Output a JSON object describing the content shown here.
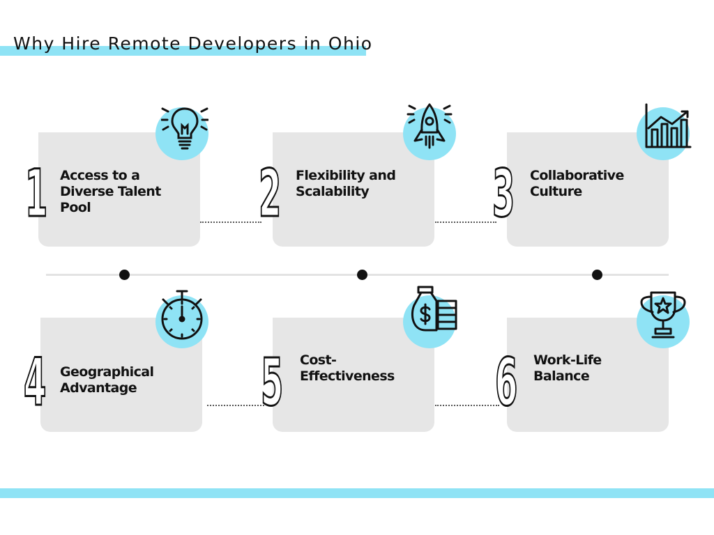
{
  "title": "Why Hire Remote Developers in Ohio",
  "colors": {
    "accent": "#8fe3f5",
    "card": "#e6e6e6",
    "ink": "#111111"
  },
  "items": [
    {
      "number": "1",
      "label": "Access to a Diverse Talent Pool",
      "icon": "lightbulb-icon"
    },
    {
      "number": "2",
      "label": "Flexibility and Scalability",
      "icon": "rocket-icon"
    },
    {
      "number": "3",
      "label": "Collaborative Culture",
      "icon": "growth-chart-icon"
    },
    {
      "number": "4",
      "label": "Geographical Advantage",
      "icon": "stopwatch-icon"
    },
    {
      "number": "5",
      "label": "Cost-Effectiveness",
      "icon": "money-bag-icon"
    },
    {
      "number": "6",
      "label": "Work-Life Balance",
      "icon": "trophy-icon"
    }
  ]
}
